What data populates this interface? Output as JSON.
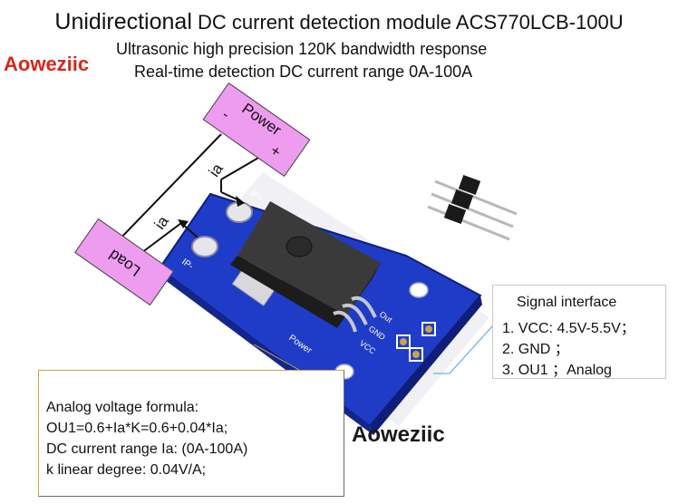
{
  "header": {
    "title_main": "Unidirectional",
    "title_rest": "DC current detection module ACS770LCB-100U",
    "subtitle_1": "Ultrasonic high precision 120K bandwidth response",
    "subtitle_2": "Real-time detection DC current range 0A-100A"
  },
  "brand": {
    "top_left": "Aoweziic",
    "bottom": "Aoweziic"
  },
  "labels": {
    "power": "Power",
    "power_minus": "-",
    "power_plus": "+",
    "load": "Load",
    "current_a": "ia",
    "current_b": "ia"
  },
  "board": {
    "pin_ip_plus": "IP+",
    "pin_ip_minus": "IP-",
    "pin_out": "Out",
    "pin_gnd": "GND",
    "pin_vcc": "VCC",
    "silk_power": "Power"
  },
  "signal_interface": {
    "title": "Signal  interface",
    "items": [
      "1.  VCC: 4.5V-5.5V；",
      "2.  GND ；",
      "3.  OU1 ；Analog"
    ]
  },
  "formula": {
    "lines": [
      "Analog voltage formula:",
      "OU1=0.6+Ia*K=0.6+0.04*Ia;",
      "DC current range Ia: (0A-100A)",
      "k linear degree: 0.04V/A;"
    ]
  },
  "colors": {
    "brand_red": "#d8261e",
    "tag_pink": "#ee9cf0",
    "pcb_blue": "#1f3cc8",
    "sensor_body": "#2b2b2b"
  }
}
